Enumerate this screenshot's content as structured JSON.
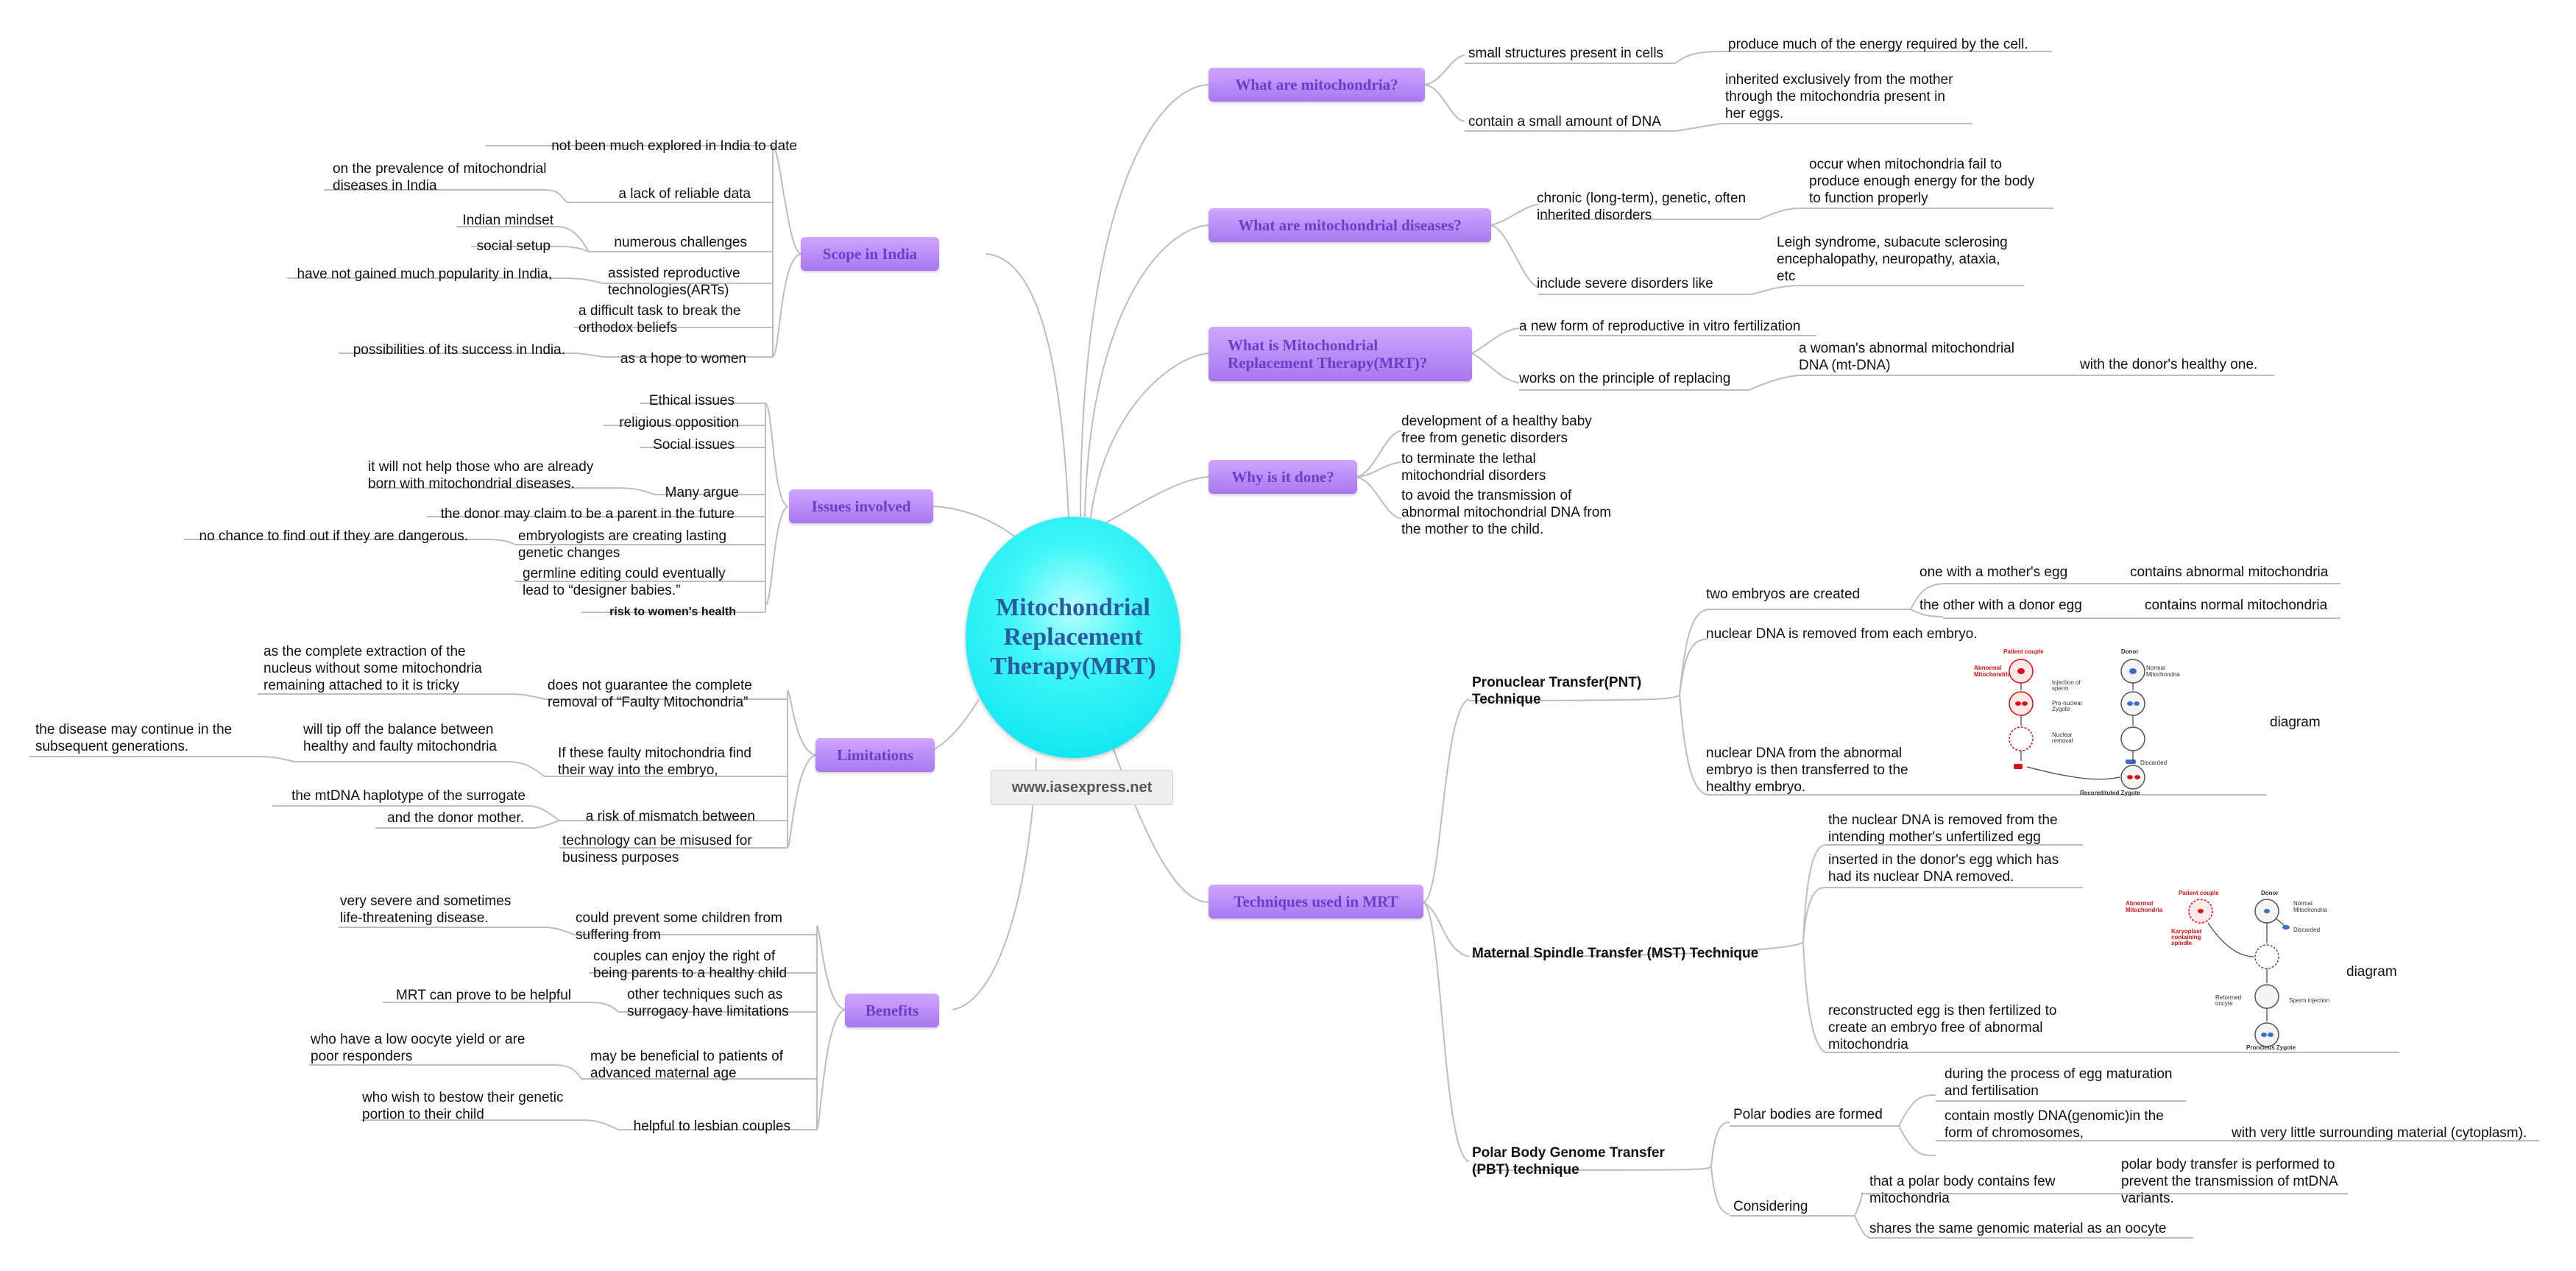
{
  "center": {
    "title": "Mitochondrial\nReplacement\nTherapy(MRT)"
  },
  "website": "www.iasexpress.net",
  "colors": {
    "topic_fill": "#b98cf7",
    "topic_text": "#6b3dc9",
    "center_fill": "#00e8f2",
    "center_text": "#2b5a9f",
    "connector": "#bbbbbb"
  },
  "topics": {
    "what_mito": "What are mitochondria?",
    "what_diseases": "What are mitochondrial diseases?",
    "what_mrt": "What is Mitochondrial\nReplacement Therapy(MRT)?",
    "why": "Why is it done?",
    "techniques": "Techniques used in MRT",
    "scope": "Scope in India",
    "issues": "Issues involved",
    "limitations": "Limitations",
    "benefits": "Benefits"
  },
  "what_mito": {
    "a": "small structures present in cells",
    "a1": "produce much of the energy required by the cell.",
    "b": "contain a small amount of DNA",
    "b1": "inherited exclusively from the mother\nthrough the mitochondria present in\nher eggs."
  },
  "what_diseases": {
    "a": "chronic (long-term), genetic, often\ninherited disorders",
    "a1": "occur when mitochondria fail to\nproduce enough energy for the body\nto function properly",
    "b": "include severe disorders like",
    "b1": "Leigh syndrome, subacute sclerosing\nencephalopathy, neuropathy, ataxia,\netc"
  },
  "what_mrt": {
    "a": "a new form of reproductive in vitro fertilization",
    "b": "works on the principle of replacing",
    "b1": "a woman's abnormal mitochondrial\nDNA (mt-DNA)",
    "b2": "with the donor's healthy one."
  },
  "why": {
    "a": "development of a healthy baby\nfree from genetic disorders",
    "b": "to terminate the lethal\nmitochondrial disorders",
    "c": "to avoid the transmission of\nabnormal mitochondrial DNA from\nthe mother to the child."
  },
  "techniques": {
    "pnt": "Pronuclear Transfer(PNT)\nTechnique",
    "pnt_a": "two embryos are created",
    "pnt_a1": "one with a mother's egg",
    "pnt_a1x": "contains abnormal mitochondria",
    "pnt_a2": "the other with a donor egg",
    "pnt_a2x": "contains normal mitochondria",
    "pnt_b": "nuclear DNA is removed from each embryo.",
    "pnt_c": "nuclear DNA from the abnormal\nembryo is then transferred to the\nhealthy embryo.",
    "pnt_diagram": "diagram",
    "mst": "Maternal Spindle Transfer (MST) Technique",
    "mst_a": "the nuclear DNA is removed from the\nintending mother's unfertilized egg",
    "mst_b": "inserted in the donor's egg which has\nhad its nuclear DNA removed.",
    "mst_c": "reconstructed egg is then fertilized to\ncreate an embryo free of abnormal\nmitochondria",
    "mst_diagram": "diagram",
    "pbt": "Polar Body Genome Transfer\n(PBT) technique",
    "pbt_a": "Polar bodies are formed",
    "pbt_a1": "during the process of egg maturation\nand fertilisation",
    "pbt_a2": "contain mostly DNA(genomic)in the\nform of chromosomes,",
    "pbt_a2x": "with very little surrounding material (cytoplasm).",
    "pbt_b": "Considering",
    "pbt_b1": "that a polar body contains few\nmitochondria",
    "pbt_b1x": "polar body transfer is performed to\nprevent the transmission of mtDNA\nvariants.",
    "pbt_b2": "shares the same genomic material as an oocyte"
  },
  "pnt_labels": {
    "patient": "Patient couple",
    "donor": "Donor",
    "abnormal": "Abnormal\nMitochondria",
    "normal": "Normal\nMitochondria",
    "injection": "Injection of\nsperm",
    "pro": "Pro-nuclear\nZygote",
    "nuclear": "Nuclear\nremoval",
    "discarded": "Discarded",
    "recon": "Reconstituted Zygote"
  },
  "mst_labels": {
    "patient": "Patient couple",
    "donor": "Donor",
    "abnormal": "Abnormal\nMitochondria",
    "normal": "Normal\nMitochondria",
    "karyoplast": "Karyoplast\ncontaining\nspindle",
    "discarded": "Discarded",
    "sperm": "Sperm injection",
    "oocyte": "Reformed\noocyte",
    "zygote": "Proncleus Zygote"
  },
  "scope": {
    "a": "not been much explored in India to date",
    "b": "a lack of reliable data",
    "b1": "on the prevalence of mitochondrial\ndiseases in India",
    "c": "numerous challenges",
    "c1": "Indian mindset",
    "c2": "social setup",
    "d": "assisted reproductive\ntechnologies(ARTs)",
    "d1": "have not gained much popularity in India,",
    "e": "a difficult task to break the\northodox beliefs",
    "f": "as a hope to women",
    "f1": "possibilities of its success in India."
  },
  "issues": {
    "a": "Ethical issues",
    "b": "religious opposition",
    "c": "Social issues",
    "d": "Many argue",
    "d1": "it will not help those who are already\nborn with mitochondrial diseases.",
    "e": "the donor may claim to be a parent in the future",
    "f": "embryologists are creating lasting\ngenetic changes",
    "f1": "no chance to find out if they are dangerous.",
    "g": "germline editing could eventually\nlead to “designer babies.”",
    "h": "risk to women's health"
  },
  "limitations": {
    "a": "does not guarantee the complete\nremoval of “Faulty Mitochondria”",
    "a1": "as the complete extraction of the\nnucleus without some mitochondria\nremaining attached to it is tricky",
    "b": "If these faulty mitochondria find\ntheir way into the embryo,",
    "b1": "will tip off the balance between\nhealthy and faulty mitochondria",
    "b2": " the disease may continue in the\nsubsequent generations.",
    "c": "a risk of mismatch between",
    "c1": "the mtDNA haplotype of the surrogate",
    "c2": "and the donor mother.",
    "d": "technology can be misused for\nbusiness purposes"
  },
  "benefits": {
    "a": "could prevent some children from\nsuffering from",
    "a1": "very severe and sometimes\nlife-threatening disease.",
    "b": "couples can enjoy the right of\nbeing parents to a healthy child",
    "c": "other techniques such as\nsurrogacy have limitations",
    "c1": "MRT can prove to be helpful",
    "d": "may be beneficial to patients of\nadvanced maternal age",
    "d1": "who have a low oocyte yield or are\npoor responders",
    "e": "helpful to lesbian couples",
    "e1": "who wish to bestow their genetic\nportion to their child"
  }
}
